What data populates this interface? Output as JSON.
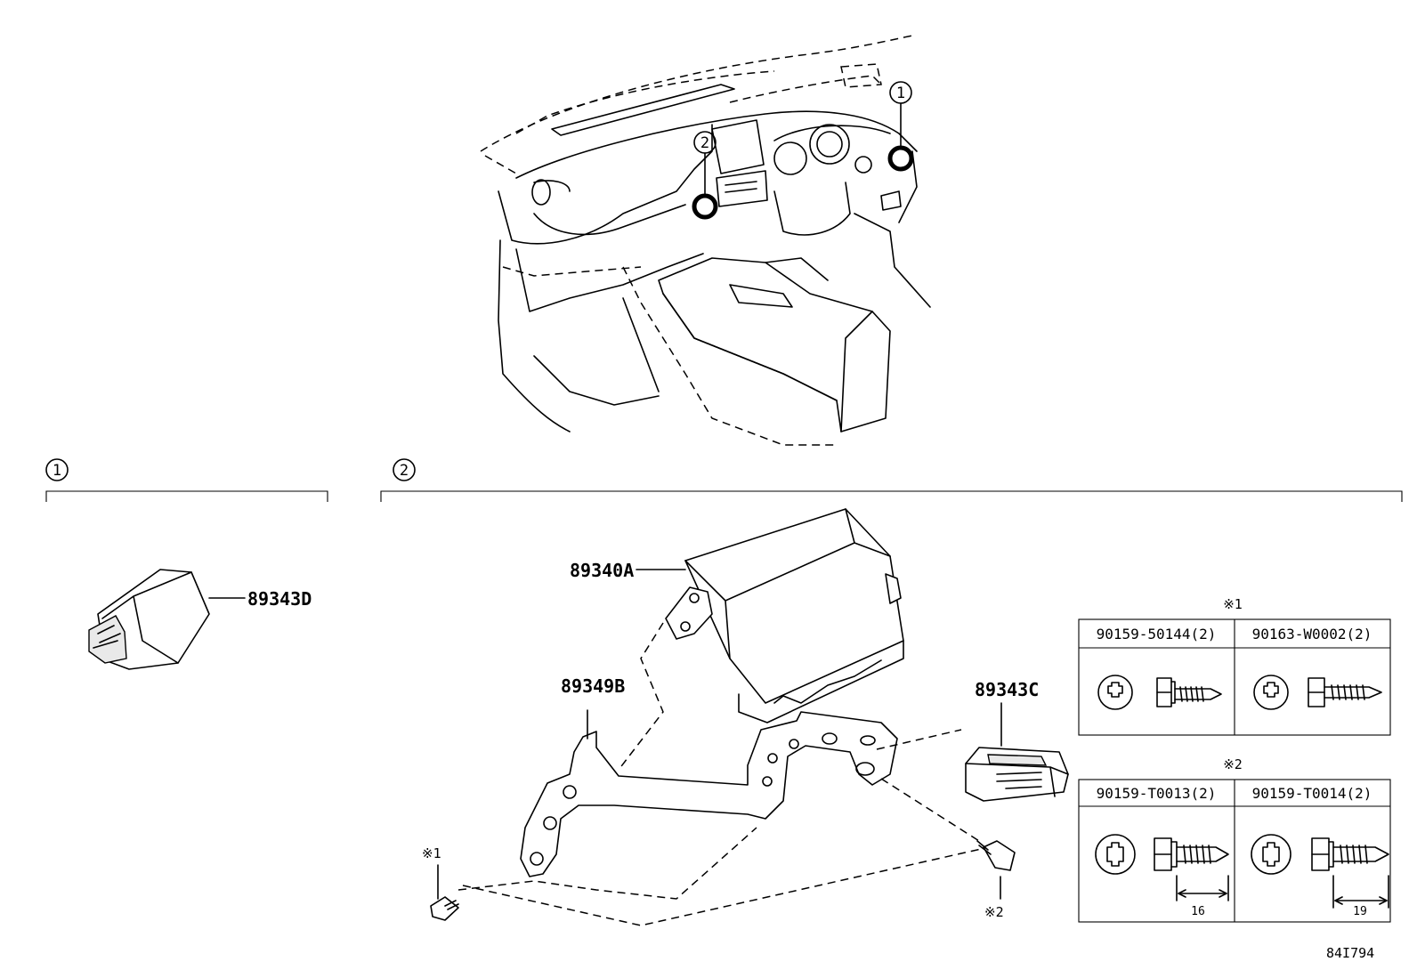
{
  "callouts": {
    "one": "1",
    "two": "2"
  },
  "parts": {
    "p89343D": "89343D",
    "p89340A": "89340A",
    "p89349B": "89349B",
    "p89343C": "89343C"
  },
  "notes": {
    "note1": "※1",
    "note2": "※2",
    "bolt_mark1": "※1",
    "bolt_mark2": "※2"
  },
  "fastener_table_1": {
    "header": "※1",
    "cols": [
      "90159-50144(2)",
      "90163-W0002(2)"
    ]
  },
  "fastener_table_2": {
    "header": "※2",
    "cols": [
      "90159-T0013(2)",
      "90159-T0014(2)"
    ],
    "dims": [
      "16",
      "19"
    ]
  },
  "diagram_code": "84I794"
}
